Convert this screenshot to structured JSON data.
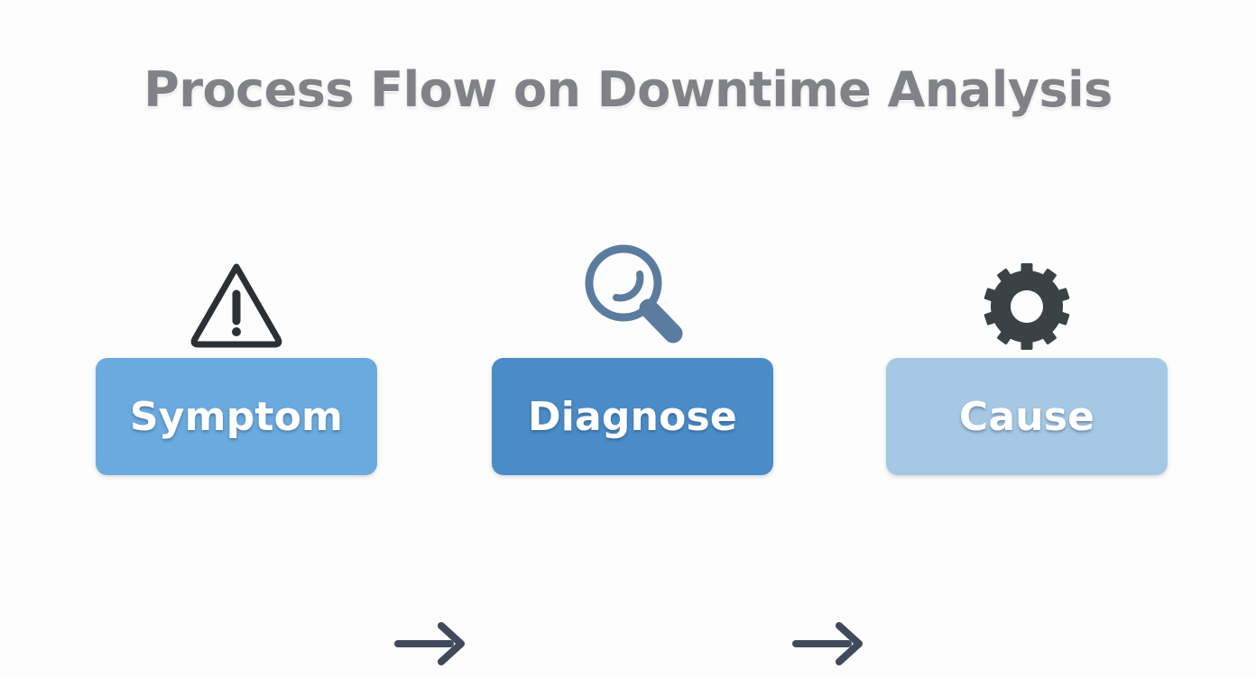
{
  "diagram": {
    "title": "Process Flow on Downtime Analysis",
    "background_color": "#fdfdfd",
    "title_color": "#808287",
    "type": "process-flow",
    "steps": [
      {
        "label": "Symptom",
        "icon": "warning-triangle-icon",
        "box_color": "#6baadf",
        "icon_color": "#2b3034",
        "text_color": "#ffffff"
      },
      {
        "label": "Diagnose",
        "icon": "magnifying-glass-icon",
        "box_color": "#4a8cc8",
        "icon_color": "#5b7c9e",
        "text_color": "#ffffff"
      },
      {
        "label": "Cause",
        "icon": "gear-icon",
        "box_color": "#a5c9e4",
        "icon_color": "#3a4246",
        "text_color": "#ffffff"
      }
    ],
    "connectors": [
      {
        "from": "Symptom",
        "to": "Diagnose",
        "style": "arrow-right",
        "color": "#3f4a5a"
      },
      {
        "from": "Diagnose",
        "to": "Cause",
        "style": "arrow-right",
        "color": "#3f4a5a"
      }
    ]
  }
}
